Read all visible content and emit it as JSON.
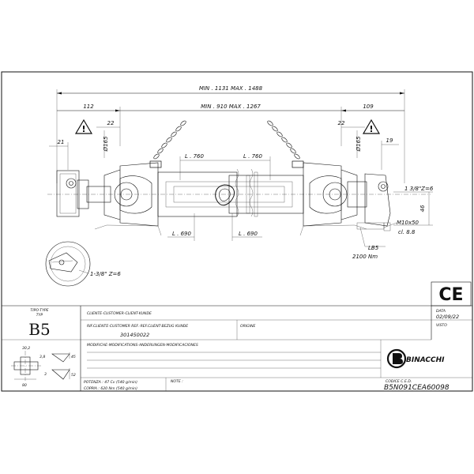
{
  "dimensions": {
    "overall": "MIN . 1131    MAX . 1488",
    "tube": "MIN . 910    MAX . 1267",
    "left_offset": "112",
    "right_offset": "109",
    "left_22": "22",
    "right_22": "22",
    "left_21": "21",
    "right_19": "19",
    "diam_left": "Ø165",
    "diam_right": "Ø165",
    "l760_left": "L . 760",
    "l760_right": "L . 760",
    "l690_left": "L . 690",
    "l690_right": "L . 690",
    "spline_right": "1 3/8\"Z=6",
    "height_46": "46",
    "bolt": "M10x50",
    "bolt_class": "cl. 8.8",
    "limiter": "LB5",
    "torque": "2100 Nm",
    "spline_left": "1-3/8\" Z=6"
  },
  "title_block": {
    "tipo_label": "TIPO-TYPE",
    "typ_label": "TYP",
    "type_value": "B5",
    "cliente_label": "CLIENTE-CUSTOMER-CLIENT-KUNDE",
    "rif_label": "RIF.CLIENTE-CUSTOMER REF.-REF.CLIENT-BEZUG KUNDE",
    "rif_value": "301450022",
    "origine_label": "ORIGINE",
    "modifiche_label": "MODIFICHE-MODIFICATIONS-ANDERUNGEN-MODIFICACIONES",
    "potenza": "POTENZA : 47 Cv  (540 g/min)",
    "coppia": "COPPIA : 620 Nm  (540 g/min)",
    "note_label": "NOTE :",
    "data_label": "DATA",
    "data_value": "02/09/22",
    "visto_label": "VISTO",
    "ce_mark": "CE",
    "brand": "BINACCHI",
    "codice_label": "CODICE C.E.D.",
    "codice_value": "B5N091CEA60098",
    "cross_30": "30,2",
    "cross_38": "3,8",
    "cross_45": "45",
    "cross_52": "52",
    "cross_3": "3",
    "cross_80": "80"
  }
}
